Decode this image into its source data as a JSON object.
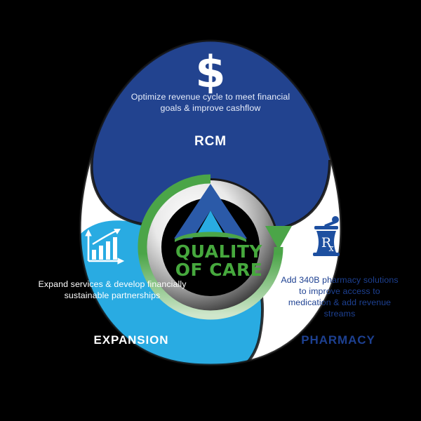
{
  "diagram": {
    "title": "Quality of Care three-pillar wheel",
    "center": {
      "label_line1": "QUALITY",
      "label_line2": "OF CARE",
      "color": "#46a83d",
      "logo_icon": "chevron-arrow-logo",
      "cycle_icon": "circular-arrow-icon"
    },
    "segments": [
      {
        "key": "rcm",
        "title": "RCM",
        "description": "Optimize revenue cycle to meet financial goals & improve cashflow",
        "icon": "dollar-sign-icon",
        "icon_glyph": "$",
        "fill": "#22438f",
        "text_color": "#ffffff"
      },
      {
        "key": "expansion",
        "title": "EXPANSION",
        "description": "Expand services & develop financially sustainable partnerships",
        "icon": "bar-chart-growth-icon",
        "fill": "#29abe2",
        "text_color": "#ffffff"
      },
      {
        "key": "pharmacy",
        "title": "PHARMACY",
        "description": "Add 340B pharmacy solutions to improve access to medication & add revenue streams",
        "icon": "mortar-pestle-rx-icon",
        "icon_glyph": "Rx",
        "fill": "#ffffff",
        "text_color": "#1d4091"
      }
    ],
    "colors": {
      "navy": "#22438f",
      "light_blue": "#29abe2",
      "green": "#4ba548",
      "white": "#ffffff",
      "background": "#000000",
      "shadow": "#8d8d8d"
    }
  }
}
